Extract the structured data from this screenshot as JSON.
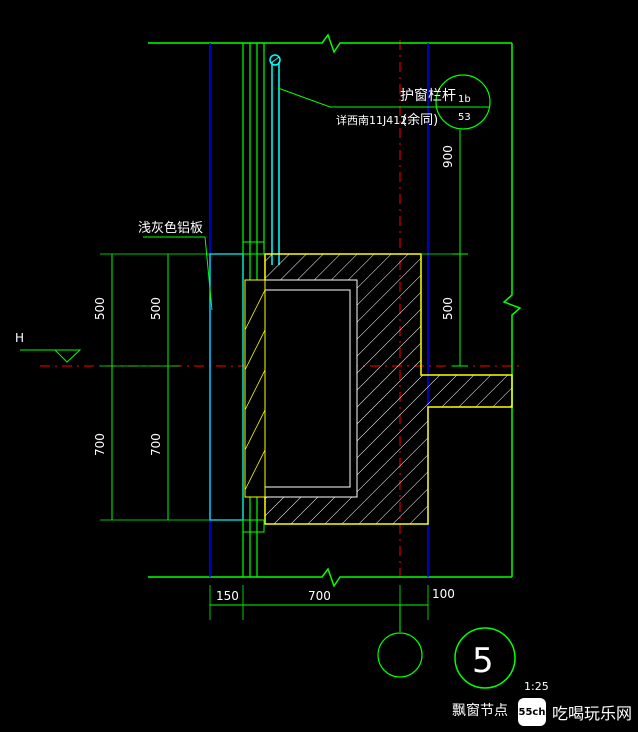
{
  "labels": {
    "railing": "护窗栏杆",
    "railing_spec": "详西南11J412",
    "same_note": "(余同)",
    "ref_top": "1b",
    "ref_bottom": "53",
    "aluminum_panel": "浅灰色铝板",
    "level_mark": "H",
    "dim_900": "900",
    "dim_500_right": "500",
    "dim_500_left1": "500",
    "dim_500_left2": "500",
    "dim_700_left1": "700",
    "dim_700_left2": "700",
    "dim_150": "150",
    "dim_700_bottom": "700",
    "dim_100": "100",
    "detail_number": "5",
    "detail_scale": "1:25",
    "detail_title": "飘窗节点"
  },
  "watermark": {
    "logo_text": "55ch",
    "site_text": "吃喝玩乐网"
  },
  "colors": {
    "background": "#000000",
    "line_green": "#00ff00",
    "line_blue": "#0000ff",
    "line_yellow": "#ffff00",
    "line_red": "#ff0000",
    "line_white": "#ffffff",
    "line_cyan": "#00ffff"
  }
}
